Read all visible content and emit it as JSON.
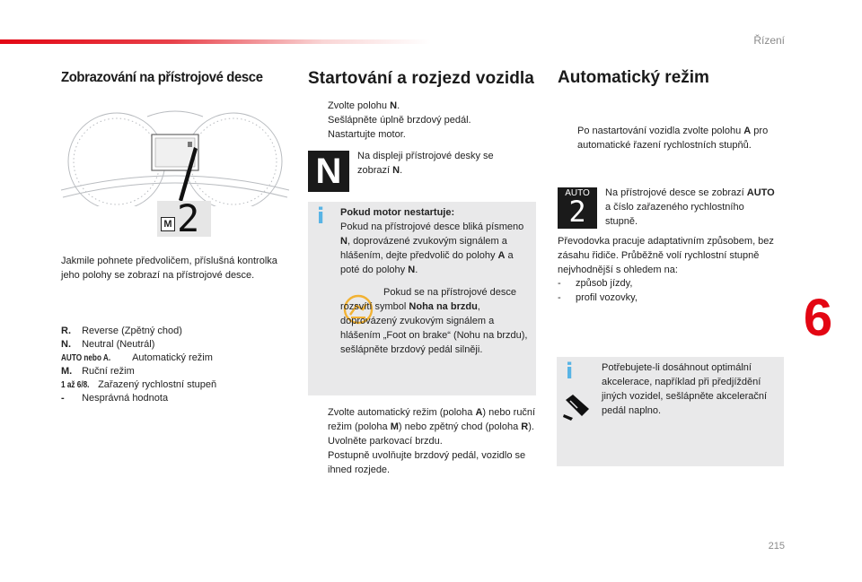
{
  "header": {
    "section": "Řízení",
    "page_number": "215",
    "chapter_number": "6"
  },
  "col1": {
    "title": "Zobrazování na přístrojové desce",
    "display_letter": "M",
    "display_gear": "2",
    "paragraph": "Jakmile pohnete předvoličem, příslušná kontrolka jeho polohy se zobrazí na přístrojové desce.",
    "legend": [
      {
        "key": "R.",
        "text": "Reverse (Zpětný chod)"
      },
      {
        "key": "N.",
        "text": "Neutral (Neutrál)"
      },
      {
        "key": "AUTO nebo A.",
        "text": "Automatický režim"
      },
      {
        "key": "M.",
        "text": "Ruční režim"
      },
      {
        "key": "1 až 6/8.",
        "text": "Zařazený rychlostní stupeň"
      },
      {
        "key": "-",
        "text": "Nesprávná hodnota"
      }
    ]
  },
  "col2": {
    "title": "Startování a rozjezd vozidla",
    "bullet_symbol": "",
    "steps1": {
      "s1_pre": "Zvolte polohu ",
      "s1_b": "N",
      "s1_post": ".",
      "s2": "Sešlápněte úplně brzdový pedál.",
      "s3": "Nastartujte motor."
    },
    "n_icon_letter": "N",
    "n_note_pre": "Na displeji přístrojové desky se zobrazí ",
    "n_note_b": "N",
    "n_note_post": ".",
    "info": {
      "heading": "Pokud motor nestartuje:",
      "t1": "Pokud na přístrojové desce bliká písmeno ",
      "b1": "N",
      "t2": ", doprovázené zvukovým signálem a hlášením, dejte předvolič do polohy ",
      "b2": "A",
      "t3": " a poté do polohy ",
      "b3": "N",
      "t4": ".",
      "foot_pre": "Pokud se na přístrojové desce rozsvítí symbol ",
      "foot_b": "Noha na brzdu",
      "foot_mid": ", doprovázený zvukovým signálem a hlášením „Foot on brake“ (Nohu na brzdu), sešlápněte brzdový pedál silněji."
    },
    "steps2": {
      "a_pre": "Zvolte automatický režim (poloha ",
      "a_b1": "A",
      "a_mid": ") nebo ruční režim (poloha ",
      "a_b2": "M",
      "a_mid2": ") nebo zpětný chod (poloha ",
      "a_b3": "R",
      "a_post": ").",
      "b": "Uvolněte parkovací brzdu.",
      "c": "Postupně uvolňujte brzdový pedál, vozidlo se ihned rozjede."
    }
  },
  "col3": {
    "title": "Automatický režim",
    "step_pre": "Po nastartování vozidla zvolte polohu ",
    "step_b": "A",
    "step_post": " pro automatické řazení rychlostních stupňů.",
    "auto_icon_label": "AUTO",
    "auto_icon_gear": "2",
    "auto_note_pre": "Na přístrojové desce se zobrazí ",
    "auto_note_b": "AUTO",
    "auto_note_post": " a číslo zařazeného rychlostního stupně.",
    "para": "Převodovka pracuje adaptativním způsobem, bez zásahu řidiče. Průběžně volí rychlostní stupně nejvhodnější s ohledem na:",
    "list": [
      "způsob jízdy,",
      "profil vozovky,"
    ],
    "tip": "Potřebujete-li dosáhnout optimální akcelerace, například při předjíždění jiných vozidel, sešlápněte akcelerační pedál naplno."
  },
  "colors": {
    "accent": "#e30613",
    "info_icon": "#58b4e5",
    "warn_icon": "#f2b233",
    "box_bg": "#e9e9ea"
  }
}
